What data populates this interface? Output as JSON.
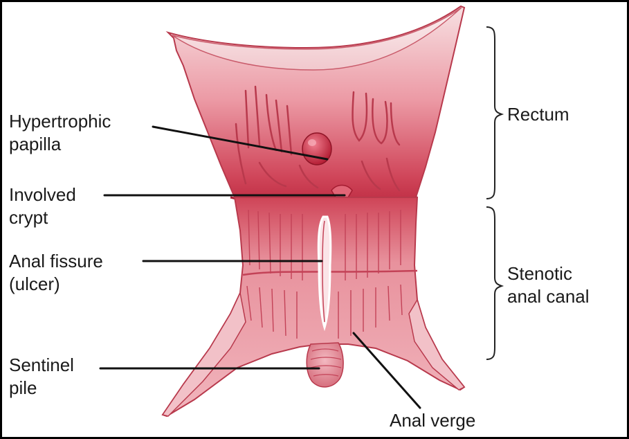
{
  "labels": {
    "hypertrophic_papilla": [
      "Hypertrophic",
      "papilla"
    ],
    "involved_crypt": [
      "Involved",
      "crypt"
    ],
    "anal_fissure": [
      "Anal fissure",
      "(ulcer)"
    ],
    "sentinel_pile": [
      "Sentinel",
      "pile"
    ],
    "anal_verge": "Anal verge",
    "rectum": "Rectum",
    "stenotic_anal_canal": [
      "Stenotic",
      "anal canal"
    ]
  },
  "colors": {
    "tissue_light": "#f6d3d6",
    "tissue_mid": "#e98f9a",
    "tissue_dark": "#c02a3f",
    "fold_line": "#b8394c",
    "leader_line": "#111111",
    "frame_border": "#000000"
  }
}
